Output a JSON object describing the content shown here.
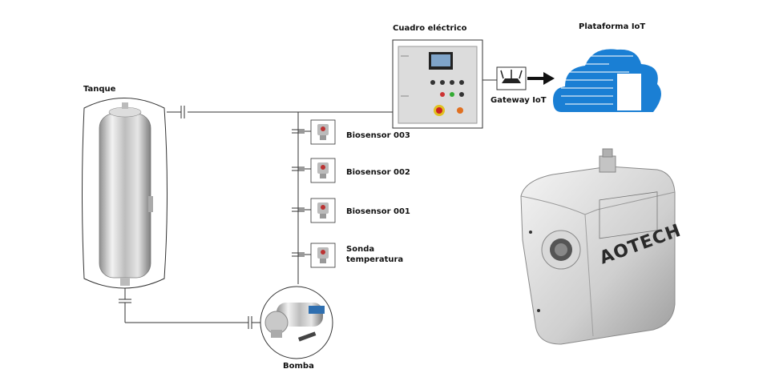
{
  "labels": {
    "tank": "Tanque",
    "panel": "Cuadro eléctrico",
    "gateway": "Gateway IoT",
    "iot_platform": "Plataforma IoT",
    "pump": "Bomba",
    "sensors": [
      "Biosensor 003",
      "Biosensor 002",
      "Biosensor 001"
    ],
    "temp_probe_line1": "Sonda",
    "temp_probe_line2": "temperatura"
  },
  "product": {
    "brand": "AOTECH"
  },
  "colors": {
    "line": "#333333",
    "cloud": "#1a7fd4",
    "steel_light": "#e8e8e8",
    "steel_dark": "#9a9a9a"
  },
  "icons": [
    "router-icon",
    "arrow-right-icon",
    "cloud-icon"
  ]
}
